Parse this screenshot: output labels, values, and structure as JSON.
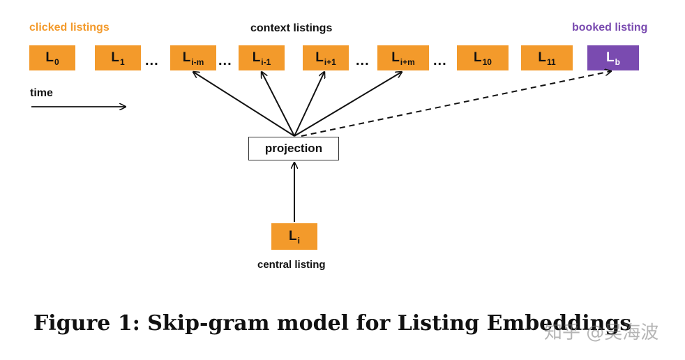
{
  "labels": {
    "clicked": "clicked listings",
    "context": "context listings",
    "booked": "booked listing",
    "time": "time",
    "central": "central listing",
    "projection": "projection"
  },
  "nodes": [
    {
      "main": "L",
      "sub": "0"
    },
    {
      "main": "L",
      "sub": "1"
    },
    {
      "main": "L",
      "sub": "i-m"
    },
    {
      "main": "L",
      "sub": "i-1"
    },
    {
      "main": "L",
      "sub": "i+1"
    },
    {
      "main": "L",
      "sub": "i+m"
    },
    {
      "main": "L",
      "sub": "10"
    },
    {
      "main": "L",
      "sub": "11"
    },
    {
      "main": "L",
      "sub": "b"
    }
  ],
  "central_node": {
    "main": "L",
    "sub": "i"
  },
  "ellipsis": "...",
  "caption": "Figure 1: Skip-gram model for Listing Embeddings",
  "watermark": "知乎 @吴海波",
  "colors": {
    "clicked": "#f39a2b",
    "booked": "#7a4bb0"
  }
}
